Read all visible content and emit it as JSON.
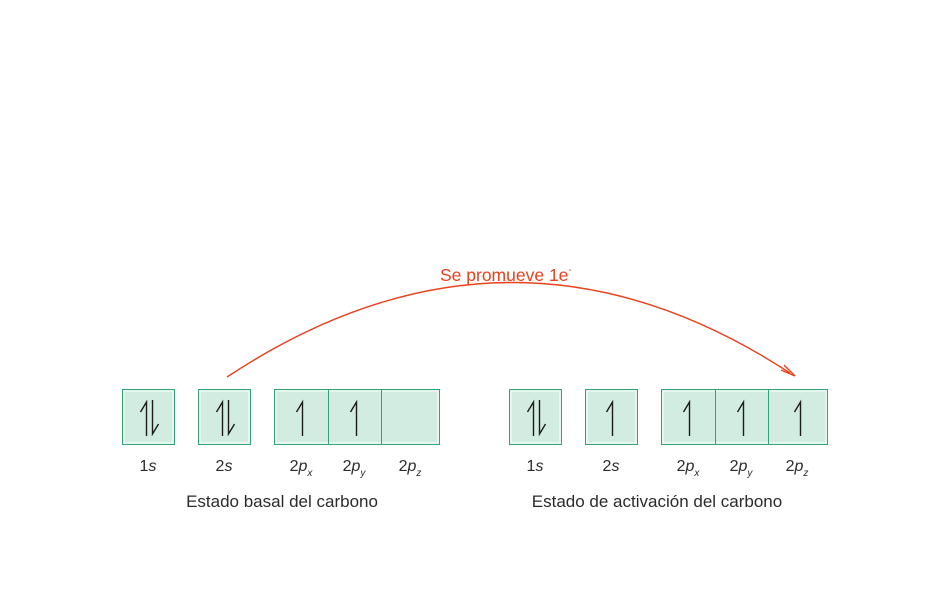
{
  "promotion": {
    "text": "Se promueve 1e",
    "superscript": "-",
    "color": "#e8411c"
  },
  "colors": {
    "box_fill": "#d3ece1",
    "box_border": "#2fa477",
    "arrow": "#1c1c1c",
    "promotion_arrow": "#e8411c"
  },
  "ground_state": {
    "caption": "Estado basal del carbono",
    "orbitals": [
      {
        "number": "1",
        "letter": "s",
        "sub": "",
        "electrons": "up-down"
      },
      {
        "number": "2",
        "letter": "s",
        "sub": "",
        "electrons": "up-down"
      },
      {
        "number": "2",
        "letter": "p",
        "sub": "x",
        "electrons": "up"
      },
      {
        "number": "2",
        "letter": "p",
        "sub": "y",
        "electrons": "up"
      },
      {
        "number": "2",
        "letter": "p",
        "sub": "z",
        "electrons": "empty"
      }
    ]
  },
  "activated_state": {
    "caption": "Estado de activación del carbono",
    "orbitals": [
      {
        "number": "1",
        "letter": "s",
        "sub": "",
        "electrons": "up-down"
      },
      {
        "number": "2",
        "letter": "s",
        "sub": "",
        "electrons": "up"
      },
      {
        "number": "2",
        "letter": "p",
        "sub": "x",
        "electrons": "up"
      },
      {
        "number": "2",
        "letter": "p",
        "sub": "y",
        "electrons": "up"
      },
      {
        "number": "2",
        "letter": "p",
        "sub": "z",
        "electrons": "up"
      }
    ]
  }
}
